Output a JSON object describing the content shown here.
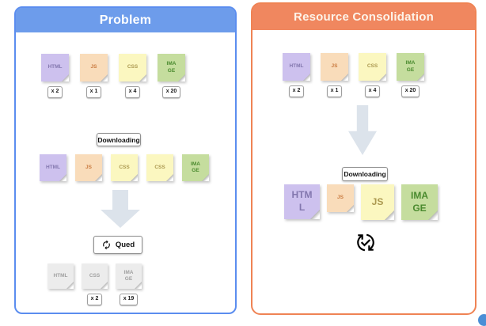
{
  "palette": {
    "html": {
      "bg": "#cdc1ee",
      "text": "#8377ae"
    },
    "js": {
      "bg": "#f9dcba",
      "text": "#c97a3f"
    },
    "css": {
      "bg": "#fbf7c0",
      "text": "#ab984f"
    },
    "image": {
      "bg": "#c5dd9e",
      "text": "#4a8a2e"
    },
    "disabled": {
      "bg": "#ececec",
      "text": "#a0a0a0"
    }
  },
  "left_panel": {
    "title": "Problem",
    "accent": "#6d9ceb",
    "border_color": "#5b8def",
    "resources": [
      {
        "label": "HTML",
        "type": "html",
        "count": "x 2"
      },
      {
        "label": "JS",
        "type": "js",
        "count": "x 1"
      },
      {
        "label": "CSS",
        "type": "css",
        "count": "x 4"
      },
      {
        "label": "IMA\nGE",
        "type": "image",
        "count": "x 20"
      }
    ],
    "downloading_label": "Downloading",
    "downloading_notes": [
      {
        "label": "HTML",
        "type": "html"
      },
      {
        "label": "JS",
        "type": "js"
      },
      {
        "label": "CSS",
        "type": "css"
      },
      {
        "label": "CSS",
        "type": "css"
      },
      {
        "label": "IMA\nGE",
        "type": "image"
      }
    ],
    "queued_label": "Qued",
    "queued_notes": [
      {
        "label": "HTML",
        "type": "disabled",
        "count": ""
      },
      {
        "label": "CSS",
        "type": "disabled",
        "count": "x 2"
      },
      {
        "label": "IMA\nGE",
        "type": "disabled",
        "count": "x 19"
      }
    ]
  },
  "right_panel": {
    "title": "Resource Consolidation",
    "accent": "#f0875f",
    "border_color": "#ef8354",
    "resources": [
      {
        "label": "HTML",
        "type": "html",
        "count": "x 2"
      },
      {
        "label": "JS",
        "type": "js",
        "count": "x 1"
      },
      {
        "label": "CSS",
        "type": "css",
        "count": "x 4"
      },
      {
        "label": "IMA\nGE",
        "type": "image",
        "count": "x 20"
      }
    ],
    "downloading_label": "Downloading",
    "consolidated_notes": [
      {
        "label": "HTM\nL",
        "type": "html"
      },
      {
        "label": "JS",
        "type": "js"
      },
      {
        "label": "JS",
        "type": "css"
      },
      {
        "label": "IMA\nGE",
        "type": "image"
      }
    ]
  }
}
